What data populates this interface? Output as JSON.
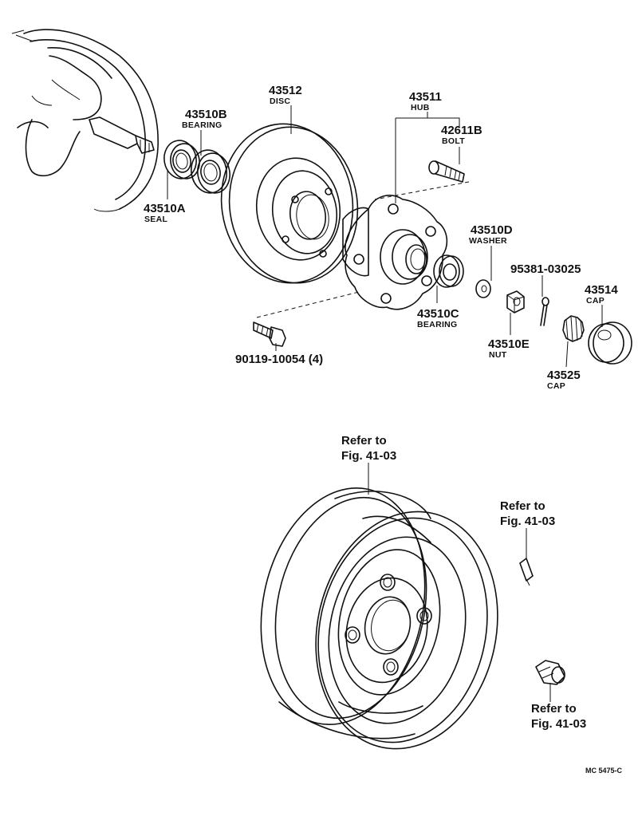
{
  "parts": {
    "seal": {
      "number": "43510A",
      "name": "SEAL"
    },
    "bearing_inner": {
      "number": "43510B",
      "name": "BEARING"
    },
    "disc": {
      "number": "43512",
      "name": "DISC"
    },
    "hub": {
      "number": "43511",
      "name": "HUB"
    },
    "hub_bolt": {
      "number": "42611B",
      "name": "BOLT"
    },
    "washer": {
      "number": "43510D",
      "name": "WASHER"
    },
    "cotter_pin": {
      "number": "95381-03025"
    },
    "grease_cap": {
      "number": "43514",
      "name": "CAP"
    },
    "bearing_outer": {
      "number": "43510C",
      "name": "BEARING"
    },
    "nut": {
      "number": "43510E",
      "name": "NUT"
    },
    "nut_cap": {
      "number": "43525",
      "name": "CAP"
    },
    "disc_bolt": {
      "number": "90119-10054 (4)"
    }
  },
  "references": {
    "wheel": {
      "line1": "Refer to",
      "line2": "Fig. 41-03"
    },
    "balance_weight": {
      "line1": "Refer to",
      "line2": "Fig. 41-03"
    },
    "hub_nut": {
      "line1": "Refer to",
      "line2": "Fig. 41-03"
    }
  },
  "figure_code": "MC  5475-C"
}
